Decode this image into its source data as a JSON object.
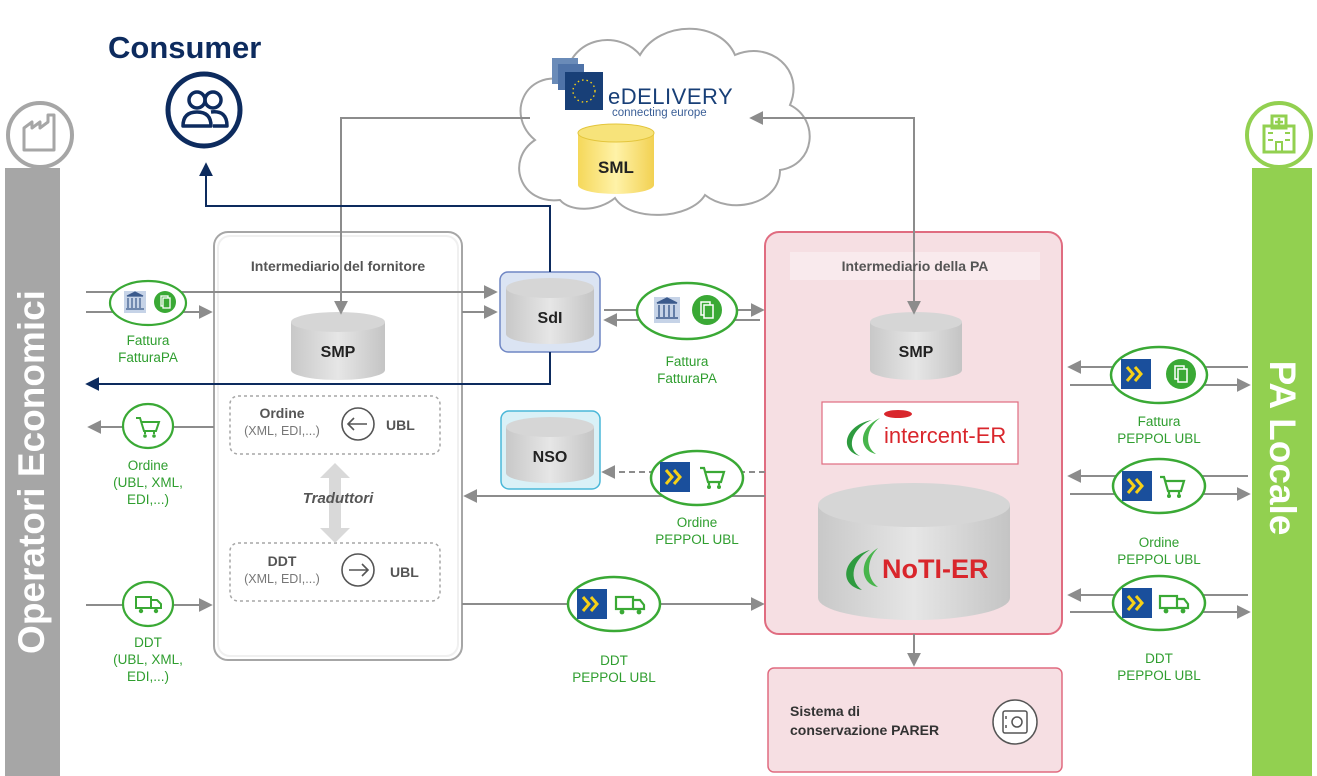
{
  "left_bar": {
    "label": "Operatori Economici",
    "color": "#a6a6a6"
  },
  "right_bar": {
    "label": "PA Locale",
    "color": "#92d050"
  },
  "consumer": {
    "label": "Consumer",
    "color": "#0d2b5e"
  },
  "cloud": {
    "edelivery_title": "eDELIVERY",
    "edelivery_subtitle": "connecting europe",
    "sml": "SML"
  },
  "supplier_box": {
    "title": "Intermediario del fornitore",
    "smp": "SMP",
    "ordine": {
      "title": "Ordine",
      "formats": "(XML, EDI,...)",
      "ubl": "UBL"
    },
    "traduttori": "Traduttori",
    "ddt": {
      "title": "DDT",
      "formats": "(XML, EDI,...)",
      "ubl": "UBL"
    }
  },
  "sdi": "SdI",
  "nso": "NSO",
  "pa_box": {
    "title": "Intermediario della PA",
    "smp": "SMP",
    "intercent_logo": "intercent-ER",
    "noti_logo": "NoTI-ER"
  },
  "parer": {
    "line1": "Sistema di",
    "line2": "conservazione PARER"
  },
  "left_labels": {
    "fattura": "Fattura\nFatturaPA",
    "ordine": "Ordine\n(UBL, XML,\nEDI,...)",
    "ddt": "DDT\n(UBL, XML,\nEDI,...)"
  },
  "middle_labels": {
    "fattura": "Fattura\nFatturaPA",
    "ordine": "Ordine\nPEPPOL UBL",
    "ddt": "DDT\nPEPPOL UBL"
  },
  "right_labels": {
    "fattura": "Fattura\nPEPPOL UBL",
    "ordine": "Ordine\nPEPPOL UBL",
    "ddt": "DDT\nPEPPOL UBL"
  },
  "colors": {
    "green": "#3aa935",
    "grey_arrow": "#8c8c8c",
    "navy": "#0d2b5e",
    "pink": "#f6dfe3",
    "pink_border": "#e06c80"
  },
  "icons": [
    "factory-icon",
    "users-icon",
    "hospital-icon",
    "bank-icon",
    "document-icon",
    "cart-icon",
    "truck-icon",
    "peppol-icon",
    "safe-icon",
    "eu-stars-icon"
  ]
}
